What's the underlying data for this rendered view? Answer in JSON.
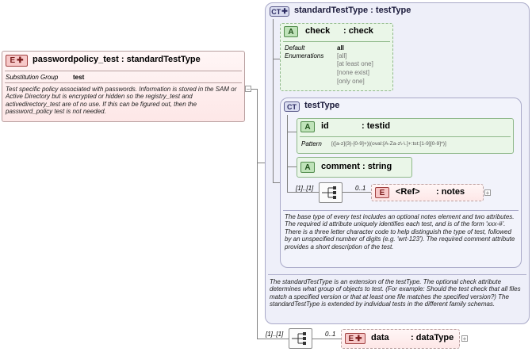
{
  "root": {
    "tag": "E",
    "name": "passwordpolicy_test",
    "type": "standardTestType",
    "substitution_group_label": "Substitution Group",
    "substitution_group_value": "test",
    "doc": "Test specific policy associated with passwords.  Information is stored in the SAM or Active Directory but is encrypted or hidden so the registry_test and activedirectory_test are of no use.  If this can be figured out, then the password_policy test is not needed."
  },
  "standard_type": {
    "tag": "CT",
    "name": "standardTestType",
    "base": "testType",
    "doc": "The standardTestType is an extension of the testType.  The optional check attribute determines what group of objects to test.  (For example: Should the test check that all files match a specified version or that at least one file matches the specified version?)  The standardTestType is extended by individual tests in the different family schemas."
  },
  "check_attr": {
    "tag": "A",
    "name": "check",
    "type": "check",
    "default_label": "Default",
    "default_value": "all",
    "enumerations_label": "Enumerations",
    "enumerations": [
      "[all]",
      "[at least one]",
      "[none exist]",
      "[only one]"
    ]
  },
  "test_type": {
    "tag": "CT",
    "name": "testType",
    "doc": "The base type of every test includes an optional notes element and two attributes.  The required id attribute uniquely identifies each test, and is of the form 'xxx-#'.  There is a three letter character code to help distinguish the type of test, followed by an unspecified number of digits (e.g. 'wrt-123').  The required comment attribute provides a short description of the test."
  },
  "id_attr": {
    "tag": "A",
    "name": "id",
    "type": "testid",
    "pattern_label": "Pattern",
    "pattern_value": "[([a-z]{3}-[0-9]+)|(oval:[A-Za-z\\-\\.]+:tst:[1-9][0-9]*)]"
  },
  "comment_attr": {
    "tag": "A",
    "name": "comment",
    "type": "string"
  },
  "notes_seq": {
    "occurs": "[1]..[1]"
  },
  "notes_ref": {
    "tag": "E",
    "occurs": "0..1",
    "name": "<Ref>",
    "type": "notes"
  },
  "data_seq": {
    "occurs": "[1]..[1]"
  },
  "data_el": {
    "tag": "E",
    "occurs": "0..1",
    "name": "data",
    "type": "dataType"
  },
  "icons": {
    "sequence": "sequence-icon",
    "expand": "expand-icon"
  }
}
